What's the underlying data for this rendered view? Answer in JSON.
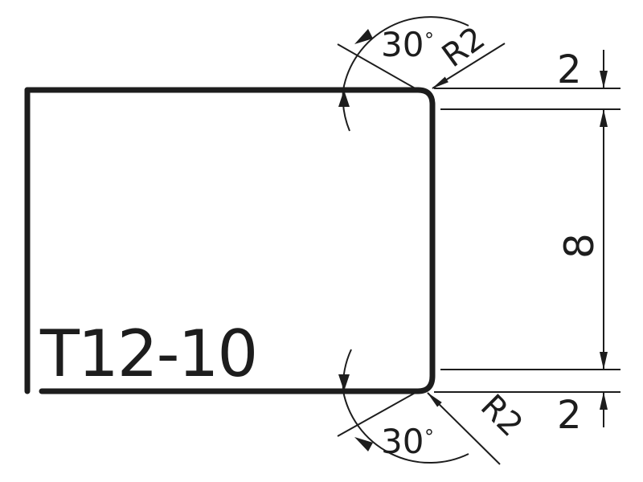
{
  "diagram": {
    "part_label": "T12-10",
    "top_corner": {
      "angle_label": "30",
      "degree_symbol": "°",
      "radius_label": "R2"
    },
    "bottom_corner": {
      "angle_label": "30",
      "degree_symbol": "°",
      "radius_label": "R2"
    },
    "dimensions": {
      "top_gap": "2",
      "height": "8",
      "bottom_gap": "2"
    },
    "colors": {
      "stroke": "#1d1d1d",
      "background": "#ffffff"
    }
  }
}
